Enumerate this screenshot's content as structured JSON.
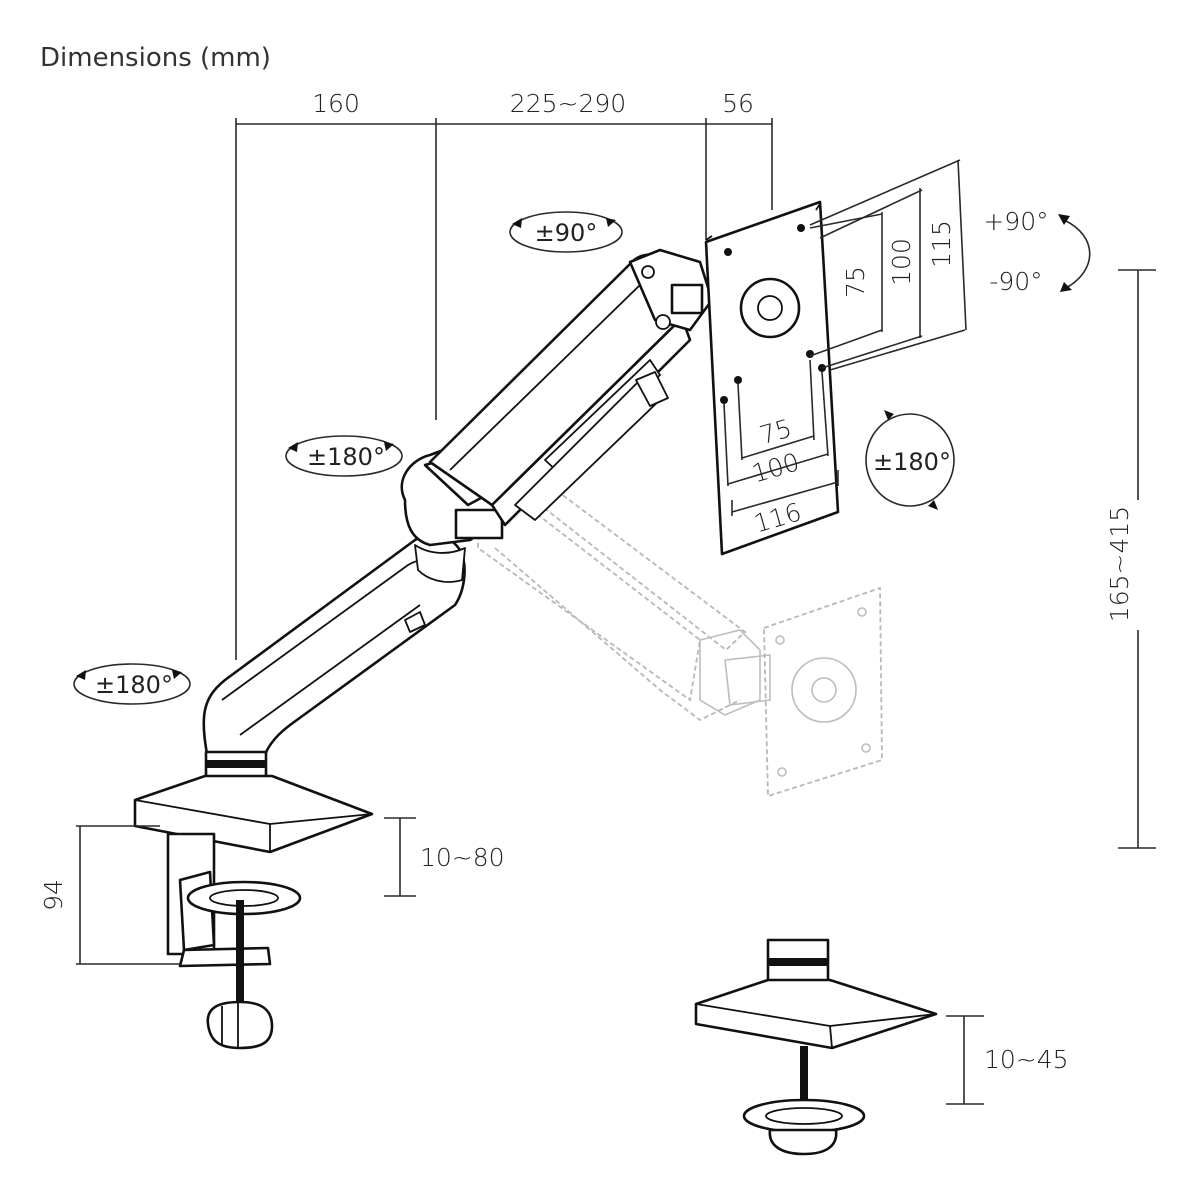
{
  "title": "Dimensions (mm)",
  "dimensions": {
    "arm_reach_1": "160",
    "arm_reach_2": "225~290",
    "plate_offset": "56",
    "vesa_v_75": "75",
    "vesa_v_100": "100",
    "vesa_v_115": "115",
    "vesa_h_75": "75",
    "vesa_h_100": "100",
    "vesa_h_116": "116",
    "height_range": "165~415",
    "clamp_height": "94",
    "clamp_range": "10~80",
    "grommet_range": "10~45"
  },
  "rotations": {
    "tilt_label": "±90°",
    "elbow_swivel": "±180°",
    "base_swivel": "±180°",
    "plate_rotate": "±180°",
    "tilt_up": "+90°",
    "tilt_down": "-90°"
  }
}
